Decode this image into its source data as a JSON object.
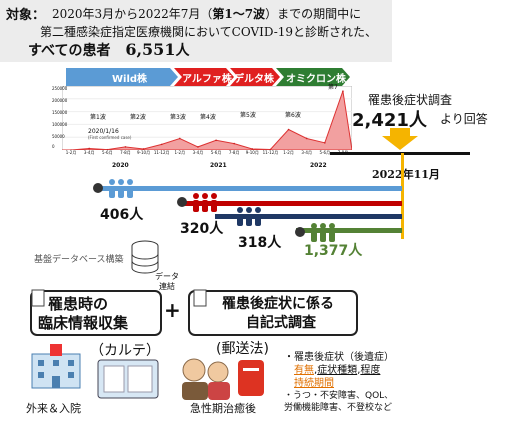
{
  "header": {
    "label": "対象：",
    "line1_a": "2020年3月から2022年7月（",
    "line1_b": "第1〜7波",
    "line1_c": "）までの期間中に",
    "line2": "第二種感染症指定医療機関においてCOVID-19と診断された、",
    "line3_a": "すべての患者",
    "line3_num": "6,551",
    "line3_unit": "人"
  },
  "variants": [
    "Wild株",
    "アルファ株",
    "デルタ株",
    "オミクロン株"
  ],
  "chart": {
    "yticks": [
      "250000",
      "200000",
      "150000",
      "100000",
      "50000",
      "0"
    ],
    "waves": [
      "第1波",
      "第2波",
      "第3波",
      "第4波",
      "第5波",
      "第6波",
      "第7"
    ],
    "first_case": "2020/1/16",
    "first_case_note": "(First confirmed case)",
    "months": [
      "1-2月",
      "3-4月",
      "5-6月",
      "7-8月",
      "9-10月",
      "11-12月",
      "1-2月",
      "3-4月",
      "5-6月",
      "7-8月",
      "9-10月",
      "11-12月",
      "1-2月",
      "3-4月",
      "5-6月",
      "7-8月"
    ],
    "years": [
      "2020",
      "2021",
      "2022"
    ]
  },
  "chart_data": {
    "type": "area",
    "x": [
      "1-2",
      "3-4",
      "5-6",
      "7-8",
      "9-10",
      "11-12",
      "1-2",
      "3-4",
      "5-6",
      "7-8",
      "9-10",
      "11-12",
      "1-2",
      "3-4",
      "5-6",
      "7-8"
    ],
    "values": [
      0,
      6000,
      1500,
      12000,
      4000,
      22000,
      45000,
      12000,
      38000,
      25000,
      4000,
      2000,
      80000,
      45000,
      28000,
      230000
    ],
    "ylim": [
      0,
      250000
    ]
  },
  "survey": {
    "title": "罹患後症状調査",
    "num": "2,421人",
    "tail": "より回答"
  },
  "timeline_end": "2022年11月",
  "groups": [
    {
      "count": "406人",
      "color": "#5b9bd5"
    },
    {
      "count": "320人",
      "color": "#c00000"
    },
    {
      "count": "318人",
      "color": "#1f3864"
    },
    {
      "count": "1,377人",
      "color": "#548235"
    }
  ],
  "db": {
    "label": "基盤データベース構築",
    "link": "データ\n連結",
    "link_1": "データ",
    "link_2": "連結"
  },
  "box_left": {
    "line1": "罹患時の",
    "line2": "臨床情報収集"
  },
  "plus": "+",
  "box_right": {
    "line1": "罹患後症状に係る",
    "line2": "自記式調査"
  },
  "karte": "（カルテ）",
  "outpatient": "外来＆入院",
  "mail": "(郵送法)",
  "acute": "急性期治癒後",
  "symptoms": {
    "l1": "・罹患後症状（後遺症）",
    "l2a": "有無",
    "l2b": ",",
    "l2c": "症状種類",
    "l2d": ",",
    "l2e": "程度",
    "l3": "持続期間",
    "l4": "・うつ・不安障害、QOL、",
    "l5": "労働機能障害、不登校など"
  }
}
